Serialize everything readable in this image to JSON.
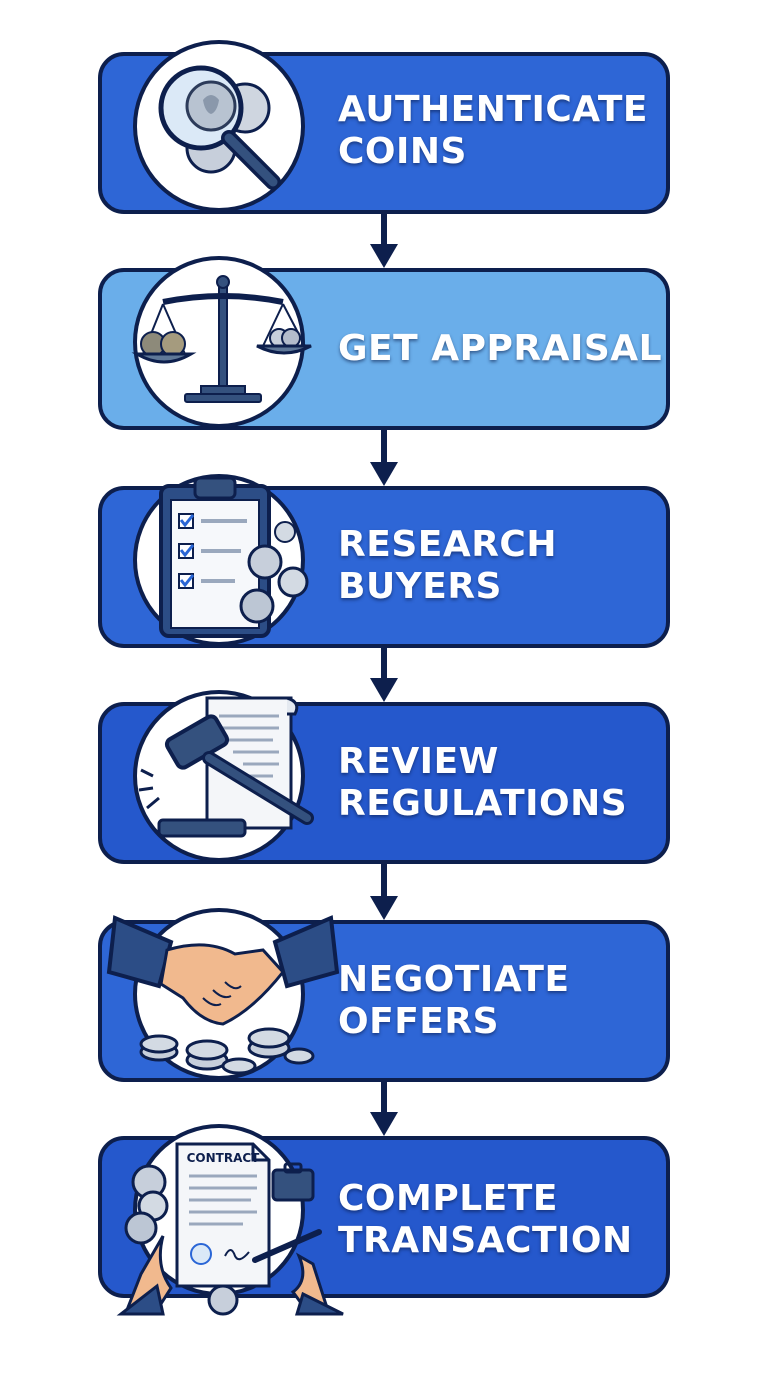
{
  "steps": [
    {
      "lines": [
        "AUTHENTICATE",
        "COINS"
      ],
      "icon": "magnifier-coins-icon"
    },
    {
      "lines": [
        "GET APPRAISAL"
      ],
      "icon": "balance-scale-icon"
    },
    {
      "lines": [
        "RESEARCH",
        "BUYERS"
      ],
      "icon": "clipboard-checklist-icon"
    },
    {
      "lines": [
        "REVIEW",
        "REGULATIONS"
      ],
      "icon": "gavel-document-icon"
    },
    {
      "lines": [
        "NEGOTIATE",
        "OFFERS"
      ],
      "icon": "handshake-icon"
    },
    {
      "lines": [
        "COMPLETE",
        "TRANSACTION"
      ],
      "icon": "signing-contract-icon"
    }
  ],
  "contract_heading": "CONTRACT",
  "colors": {
    "outline": "#0d1f4d",
    "box_primary": "#2e66d6",
    "box_light": "#6aaeea",
    "label_text": "#ffffff"
  }
}
